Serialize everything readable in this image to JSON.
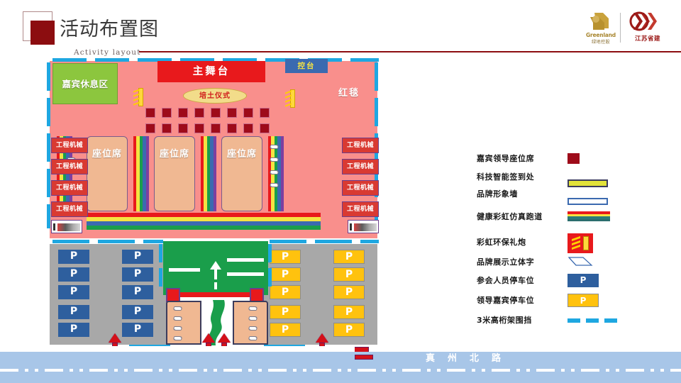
{
  "header": {
    "title": "活动布置图",
    "subtitle": "Activity layout",
    "logos": [
      {
        "name": "greenland",
        "en": "Greenland",
        "cn": "绿地控股"
      },
      {
        "name": "jiangsu",
        "cn": "江苏省建"
      }
    ]
  },
  "siteplan": {
    "rest_zone": "嘉宾休息区",
    "main_stage": "主舞台",
    "control_booth": "控台",
    "ceremony": "培土仪式",
    "red_carpet": "红毯",
    "seat_block": "座位席",
    "machinery": "工程机械",
    "machinery_count_left": 4,
    "machinery_count_right": 4,
    "vip_seat_rows": 2,
    "vip_seat_cols": 8,
    "parking_symbol": "P",
    "parking_blue_columns": 2,
    "parking_blue_rows": 5,
    "parking_yellow_columns": 2,
    "parking_yellow_rows": 5
  },
  "road": {
    "name": "真州北路"
  },
  "legend": {
    "items": [
      {
        "label": "嘉宾领导座位席",
        "swatch": "vip-seat-swatch"
      },
      {
        "label": "科技智能签到处",
        "swatch": "signin-swatch"
      },
      {
        "label": "品牌形象墙",
        "swatch": "brandwall-swatch"
      },
      {
        "label": "健康彩虹仿真跑道",
        "swatch": "rainbow-track-swatch"
      },
      {
        "label": "彩虹环保礼炮",
        "swatch": "cannon-swatch"
      },
      {
        "label": "品牌展示立体字",
        "swatch": "3d-letter-swatch"
      },
      {
        "label": "参会人员停车位",
        "swatch": "parking-blue-swatch",
        "text": "P"
      },
      {
        "label": "领导嘉宾停车位",
        "swatch": "parking-yellow-swatch",
        "text": "P"
      },
      {
        "label": "3米高桁架围挡",
        "swatch": "fence-swatch"
      }
    ]
  },
  "colors": {
    "venue_pink": "#f98f8c",
    "stage_red": "#e8191c",
    "rest_green": "#8cc63e",
    "control_blue": "#3b6ab0",
    "vip_dark_red": "#9e0b1a",
    "parking_blue": "#2e5f9e",
    "parking_yellow": "#ffc20e",
    "fence_blue": "#1ea7e1",
    "road_blue": "#a8c6e8",
    "accent_maroon": "#8c0d10"
  }
}
